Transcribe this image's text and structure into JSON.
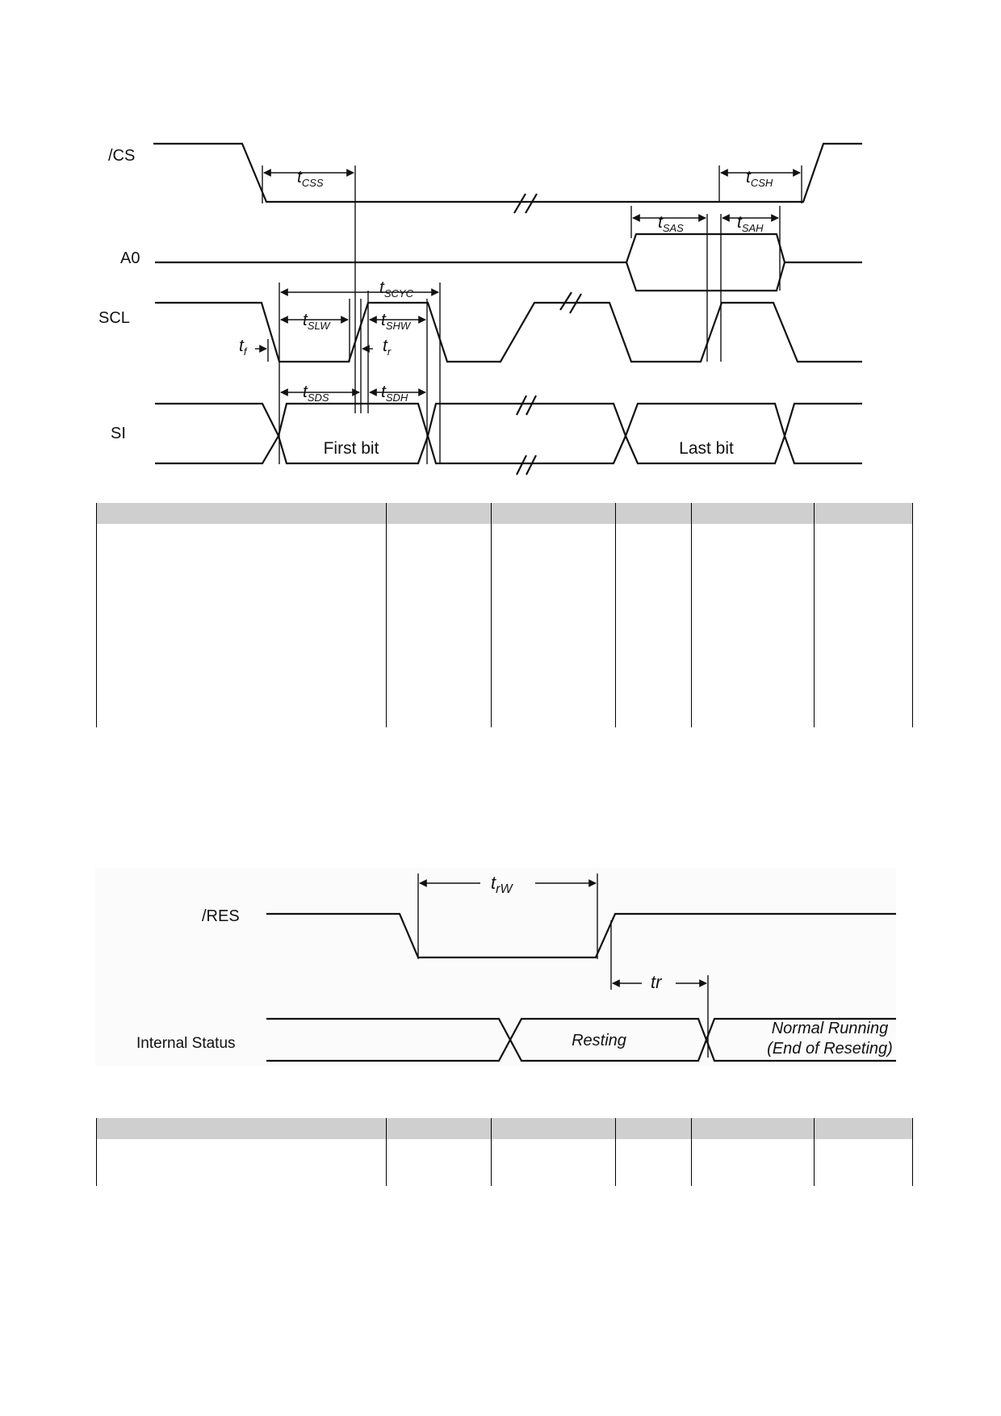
{
  "serial_timing": {
    "signals": [
      "/CS",
      "A0",
      "SCL",
      "SI"
    ],
    "parameters": [
      {
        "t": "t",
        "sub": "CSS"
      },
      {
        "t": "t",
        "sub": "CSH"
      },
      {
        "t": "t",
        "sub": "SAS"
      },
      {
        "t": "t",
        "sub": "SAH"
      },
      {
        "t": "t",
        "sub": "SCYC"
      },
      {
        "t": "t",
        "sub": "SLW"
      },
      {
        "t": "t",
        "sub": "SHW"
      },
      {
        "t": "t",
        "sub": "f"
      },
      {
        "t": "t",
        "sub": "r"
      },
      {
        "t": "t",
        "sub": "SDS"
      },
      {
        "t": "t",
        "sub": "SDH"
      }
    ],
    "first_bit": "First bit",
    "last_bit": "Last bit"
  },
  "serial_table": {
    "columns": 6
  },
  "reset_timing": {
    "signals": [
      "/RES",
      "Internal Status"
    ],
    "t_rw": {
      "t": "t",
      "sub": "rW"
    },
    "t_r": "tr",
    "state_resting": "Resting",
    "state_normal_1": "Normal Running",
    "state_normal_2": "(End of Reseting)"
  },
  "reset_table": {
    "columns": 6
  }
}
